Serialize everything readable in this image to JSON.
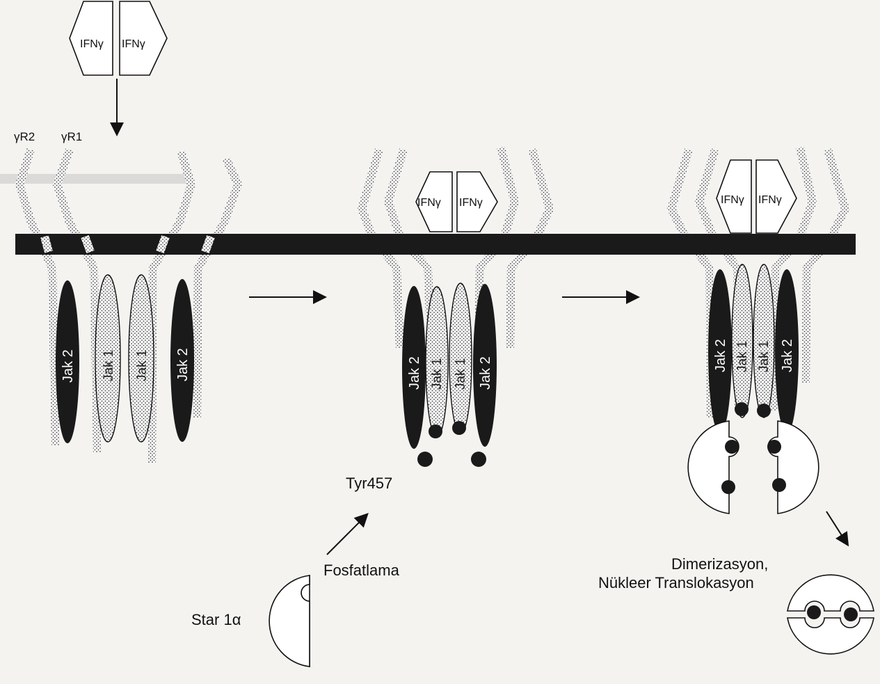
{
  "ifn_label": "IFNγ",
  "receptor_labels": {
    "r2": "γR2",
    "r1": "γR1"
  },
  "jak2_label": "Jak 2",
  "jak1_label": "Jak 1",
  "tyr_label": "Tyr457",
  "phosphorylation_label": "Fosfatlama",
  "stat_label": "Star 1α",
  "dimerization_line1": "Dimerizasyon,",
  "dimerization_line2": "Nükleer Translokasyon",
  "colors": {
    "membrane": "#1a1a1a",
    "jak2": "#1a1a1a",
    "dots": "#222222",
    "outline": "#111111"
  }
}
